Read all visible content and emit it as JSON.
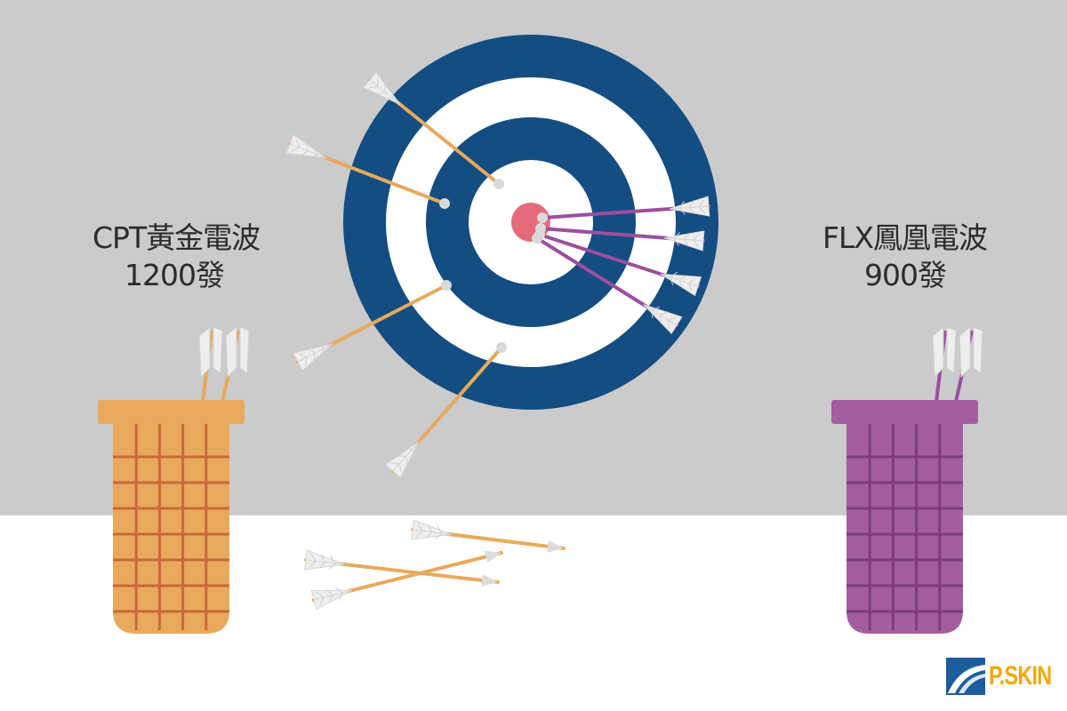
{
  "left_quiver": {
    "title": "CPT黃金電波",
    "count": "1200發",
    "color": "#e8a95c",
    "grid_color": "#c9683a"
  },
  "right_quiver": {
    "title": "FLX鳳凰電波",
    "count": "900發",
    "color": "#a35ea0",
    "grid_color": "#7a3f7a"
  },
  "target": {
    "ring_color": "#134d81",
    "bullseye_color": "#e56a7a"
  },
  "colors": {
    "wall": "#cbcbcb",
    "floor": "#ffffff",
    "orange_shaft": "#e8a95c",
    "purple_shaft": "#9b4f9e",
    "fletching": "#eeeeee"
  },
  "brand": {
    "name": "P.SKIN",
    "color": "#f2a900",
    "mark_color": "#1c5da0"
  }
}
